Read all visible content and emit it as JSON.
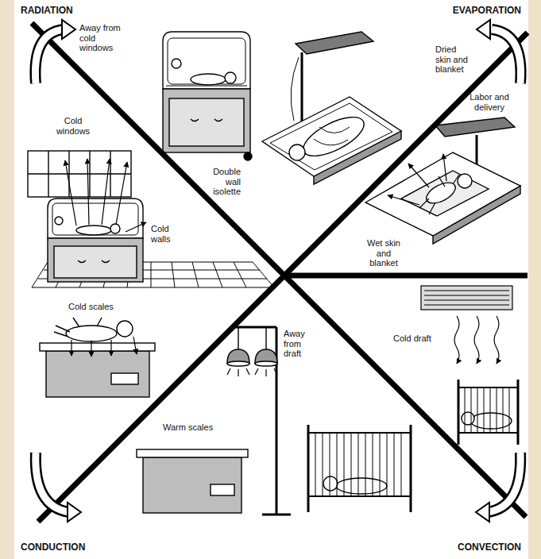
{
  "diagram": {
    "labels": [
      "RADIATION",
      "EVAPORATION",
      "Away from cold windows",
      "Dried skin and blanket",
      "Cold windows",
      "Double wall isolette",
      "Labor and delivery",
      "Cold walls",
      "Wet skin and blanket",
      "Cold scales",
      "Away from draft",
      "Cold draft",
      "Warm scales",
      "CONDUCTION",
      "CONVECTION"
    ]
  }
}
